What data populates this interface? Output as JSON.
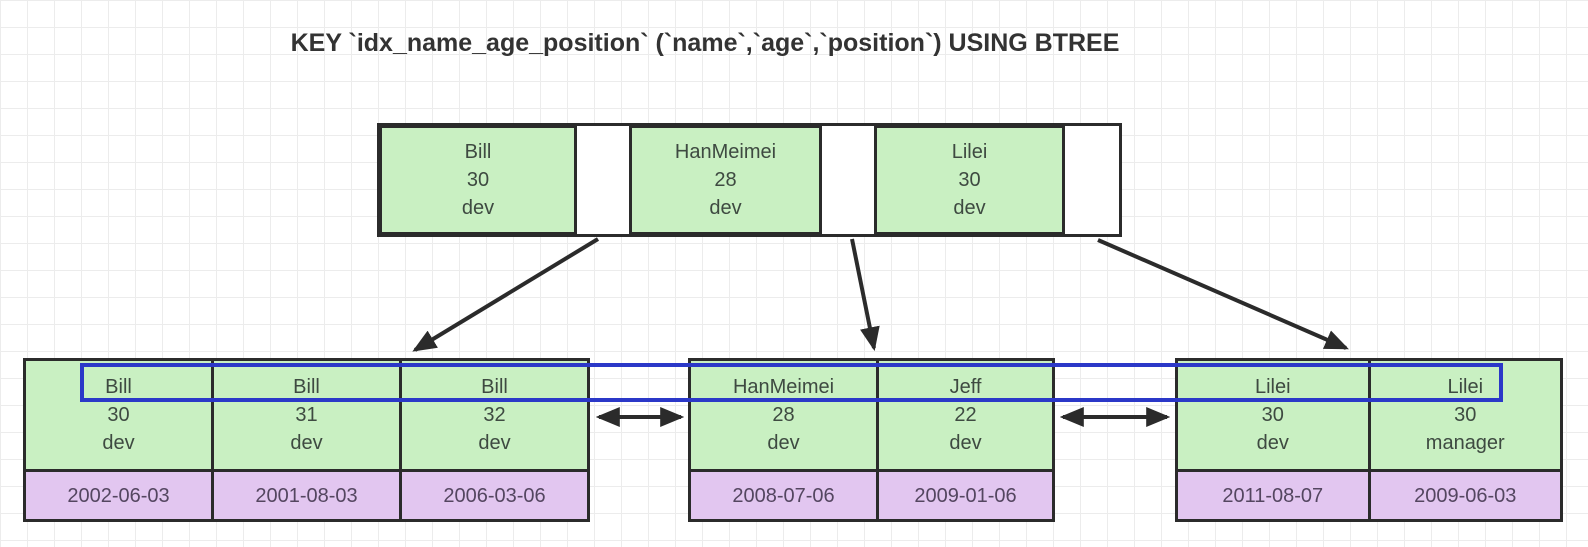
{
  "title": "KEY `idx_name_age_position` (`name`,`age`,`position`) USING BTREE",
  "colors": {
    "node_fill_green": "#c9f0c2",
    "date_fill_purple": "#e2c6f0",
    "border_black": "#2b2b2b",
    "highlight_blue": "#2b38c8",
    "grid_line": "#ececec",
    "background": "#ffffff",
    "key_text": "#3e4a41",
    "date_text": "#544660",
    "title_text": "#333333"
  },
  "root_node": {
    "entries": [
      {
        "name": "Bill",
        "age": "30",
        "position": "dev"
      },
      {
        "name": "HanMeimei",
        "age": "28",
        "position": "dev"
      },
      {
        "name": "Lilei",
        "age": "30",
        "position": "dev"
      }
    ]
  },
  "leaves": [
    {
      "records": [
        {
          "name": "Bill",
          "age": "30",
          "position": "dev",
          "date": "2002-06-03"
        },
        {
          "name": "Bill",
          "age": "31",
          "position": "dev",
          "date": "2001-08-03"
        },
        {
          "name": "Bill",
          "age": "32",
          "position": "dev",
          "date": "2006-03-06"
        }
      ]
    },
    {
      "records": [
        {
          "name": "HanMeimei",
          "age": "28",
          "position": "dev",
          "date": "2008-07-06"
        },
        {
          "name": "Jeff",
          "age": "22",
          "position": "dev",
          "date": "2009-01-06"
        }
      ]
    },
    {
      "records": [
        {
          "name": "Lilei",
          "age": "30",
          "position": "dev",
          "date": "2011-08-07"
        },
        {
          "name": "Lilei",
          "age": "30",
          "position": "manager",
          "date": "2009-06-03"
        }
      ]
    }
  ]
}
